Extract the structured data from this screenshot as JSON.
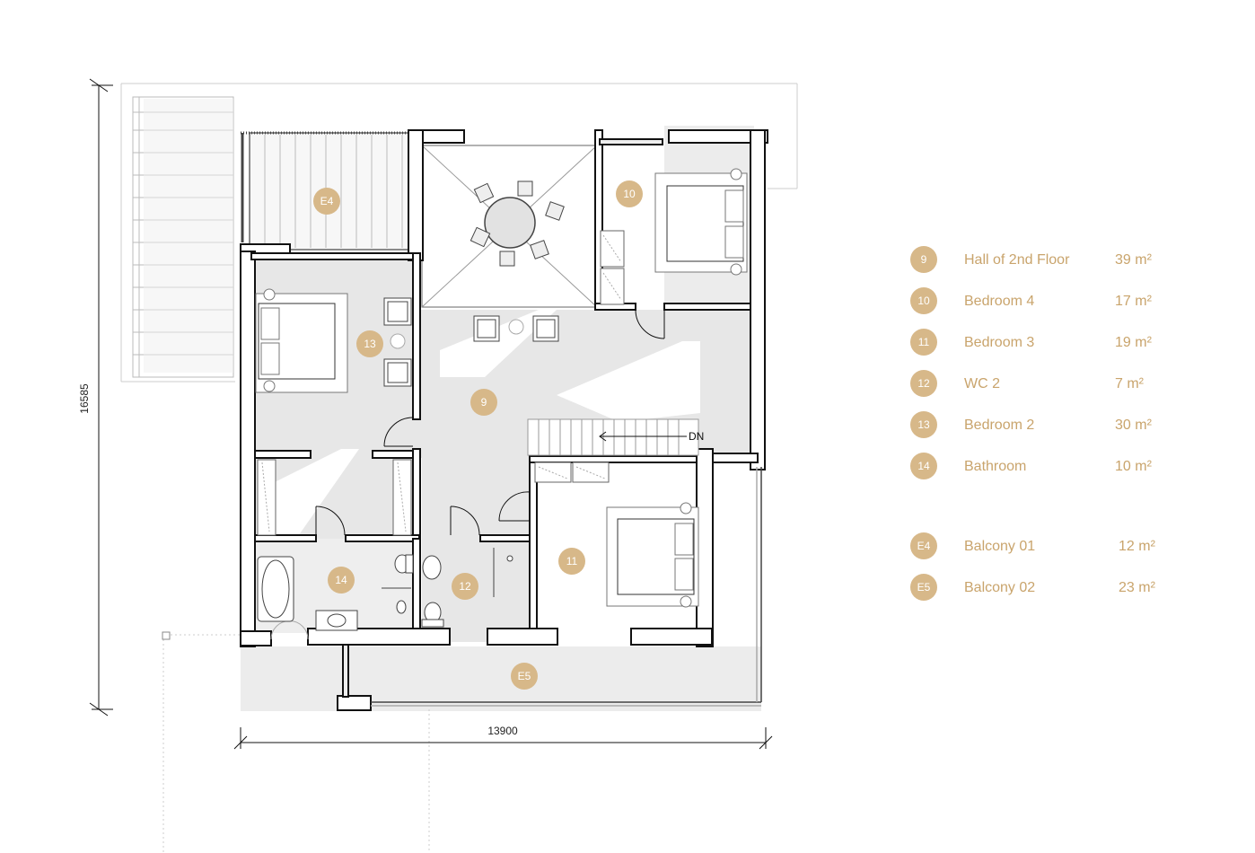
{
  "dimensions": {
    "height": "16585",
    "width": "13900"
  },
  "stair_label": "DN",
  "room_badges": {
    "r9": "9",
    "r10": "10",
    "r11": "11",
    "r12": "12",
    "r13": "13",
    "r14": "14",
    "e4": "E4",
    "e5": "E5"
  },
  "legend": {
    "rooms": [
      {
        "number": "9",
        "name": "Hall of 2nd Floor",
        "area": "39 m²"
      },
      {
        "number": "10",
        "name": "Bedroom 4",
        "area": "17 m²"
      },
      {
        "number": "11",
        "name": "Bedroom 3",
        "area": "19 m²"
      },
      {
        "number": "12",
        "name": "WC 2",
        "area": "7 m²"
      },
      {
        "number": "13",
        "name": "Bedroom 2",
        "area": "30 m²"
      },
      {
        "number": "14",
        "name": "Bathroom",
        "area": "10 m²"
      }
    ],
    "balconies": [
      {
        "number": "E4",
        "name": "Balcony 01",
        "area": "12 m²"
      },
      {
        "number": "E5",
        "name": "Balcony 02",
        "area": "23 m²"
      }
    ]
  },
  "colors": {
    "accent": "#d7b889",
    "accent_text": "#c9a46c",
    "wall": "#111111",
    "floor_shade": "#e6e6e6"
  }
}
